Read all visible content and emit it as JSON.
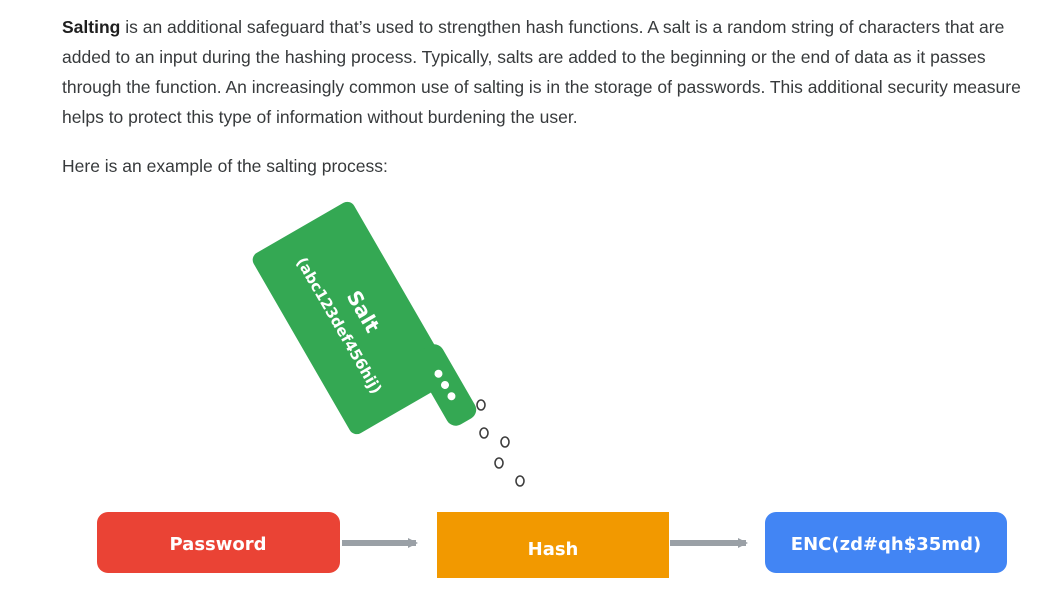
{
  "paragraph": {
    "term": "Salting",
    "text": " is an additional safeguard that’s used to strengthen hash functions. A salt is a random string of characters that are added to an input during the hashing process. Typically, salts are added to the beginning or the end of data as it passes through the function. An increasingly common use of salting is in the storage of passwords. This additional security measure helps to protect this type of information without burdening the user."
  },
  "intro": "Here is an example of the salting process:",
  "diagram": {
    "salt_title": "Salt",
    "salt_value": "(abc123def456hij)",
    "password_label": "Password",
    "hash_label": "Hash",
    "output_label": "ENC(zd#qh$35md)",
    "colors": {
      "salt": "#34a853",
      "password": "#ea4335",
      "hash": "#f29900",
      "output": "#4285f4",
      "arrow": "#9aa0a6"
    }
  }
}
